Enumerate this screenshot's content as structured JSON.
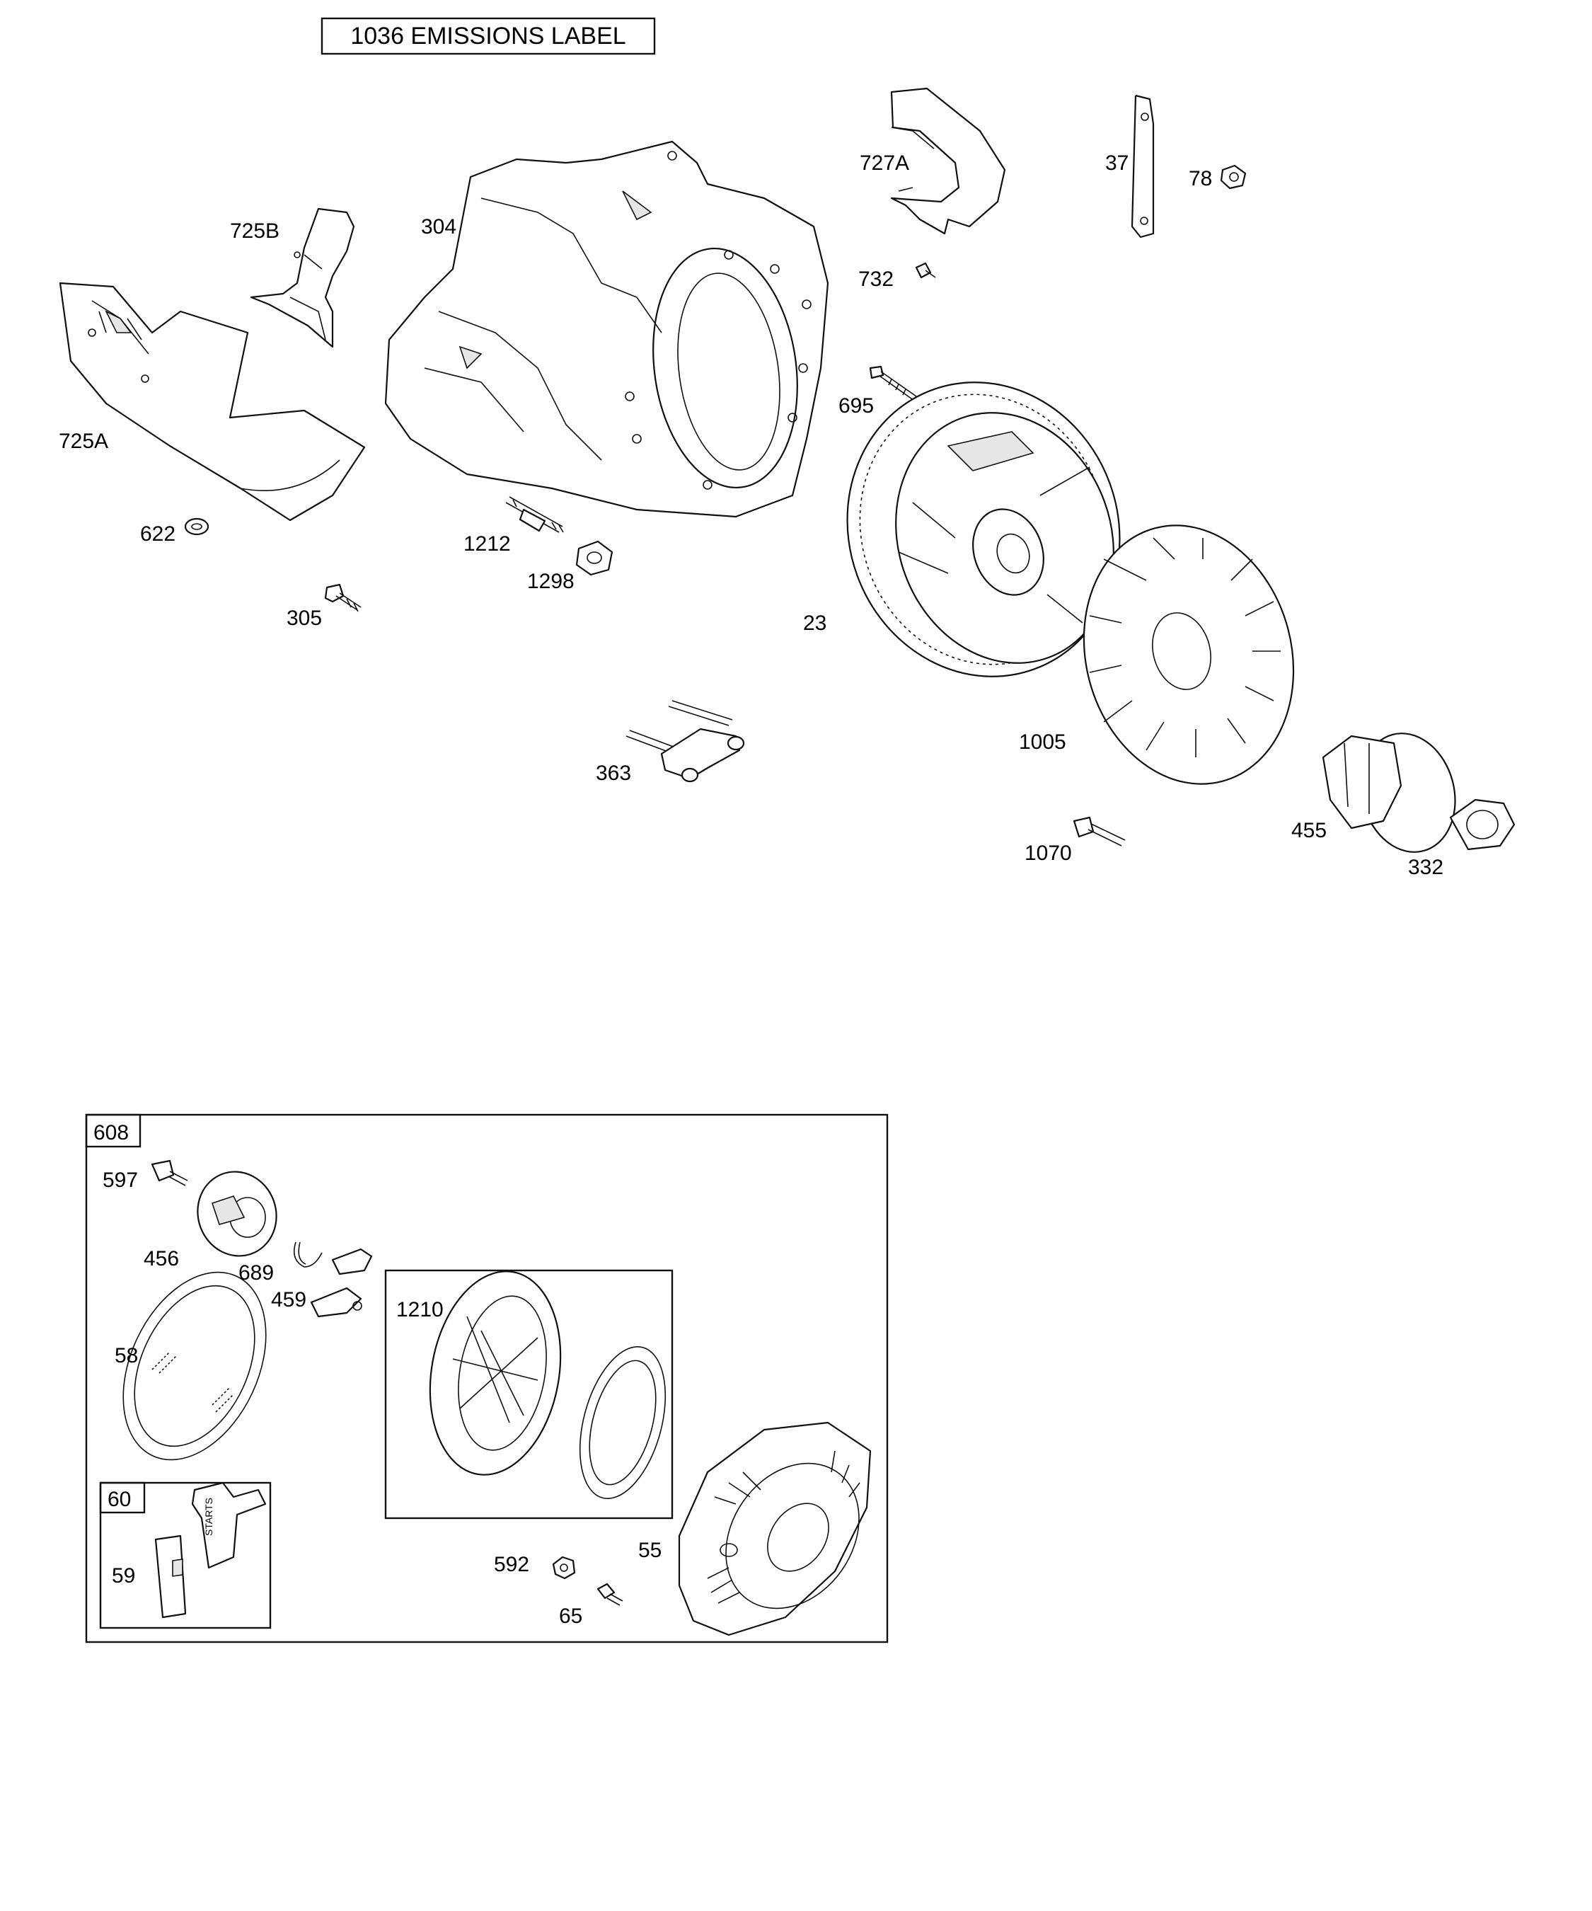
{
  "header_label": "1036 EMISSIONS LABEL",
  "callouts": {
    "p725A": "725A",
    "p725B": "725B",
    "p622": "622",
    "p305": "305",
    "p304": "304",
    "p1212": "1212",
    "p1298": "1298",
    "p363": "363",
    "p727A": "727A",
    "p732": "732",
    "p37": "37",
    "p78": "78",
    "p695": "695",
    "p23": "23",
    "p1005": "1005",
    "p1070": "1070",
    "p455": "455",
    "p332": "332"
  },
  "starter_kit": {
    "group_label": "608",
    "sub_box_1210": "1210",
    "sub_box_60": "60",
    "callouts": {
      "p597": "597",
      "p456": "456",
      "p689": "689",
      "p459": "459",
      "p58": "58",
      "p59": "59",
      "p592": "592",
      "p65": "65",
      "p55": "55"
    },
    "handle_text": "STARTS"
  }
}
